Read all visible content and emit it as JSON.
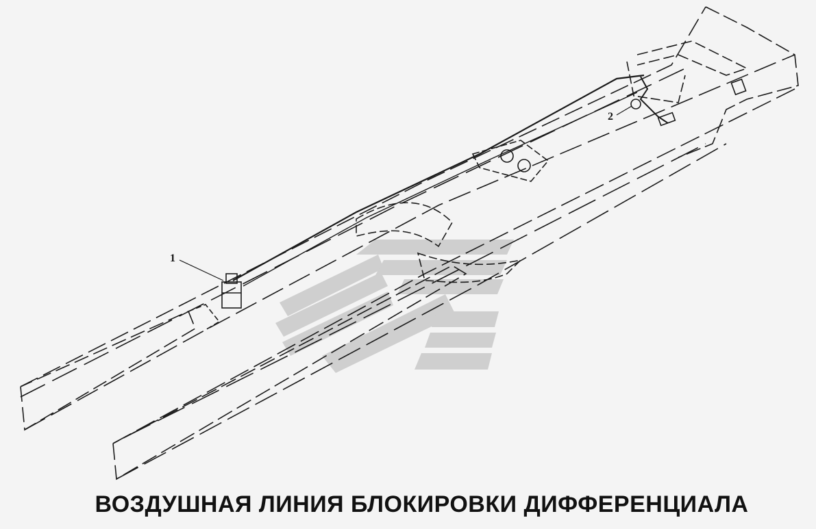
{
  "diagram": {
    "title": "ВОЗДУШНАЯ ЛИНИЯ БЛОКИРОВКИ ДИФФЕРЕНЦИАЛА",
    "callouts": [
      {
        "label": "1",
        "part": "air-valve"
      },
      {
        "label": "2",
        "part": "air-fitting"
      }
    ],
    "colors": {
      "line": "#1a1a1a",
      "background": "#f4f4f4",
      "watermark": "#c9c9c9"
    }
  }
}
